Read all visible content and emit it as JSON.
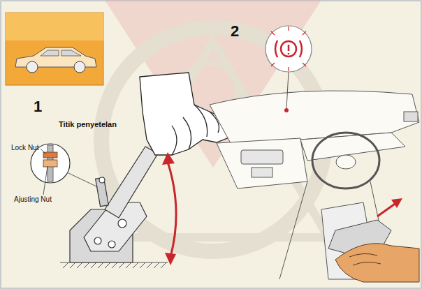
{
  "diagram": {
    "labels": [
      "1",
      "Titik penyetelan",
      "Lock Nut",
      "Ajusting Nut",
      "2"
    ]
  }
}
